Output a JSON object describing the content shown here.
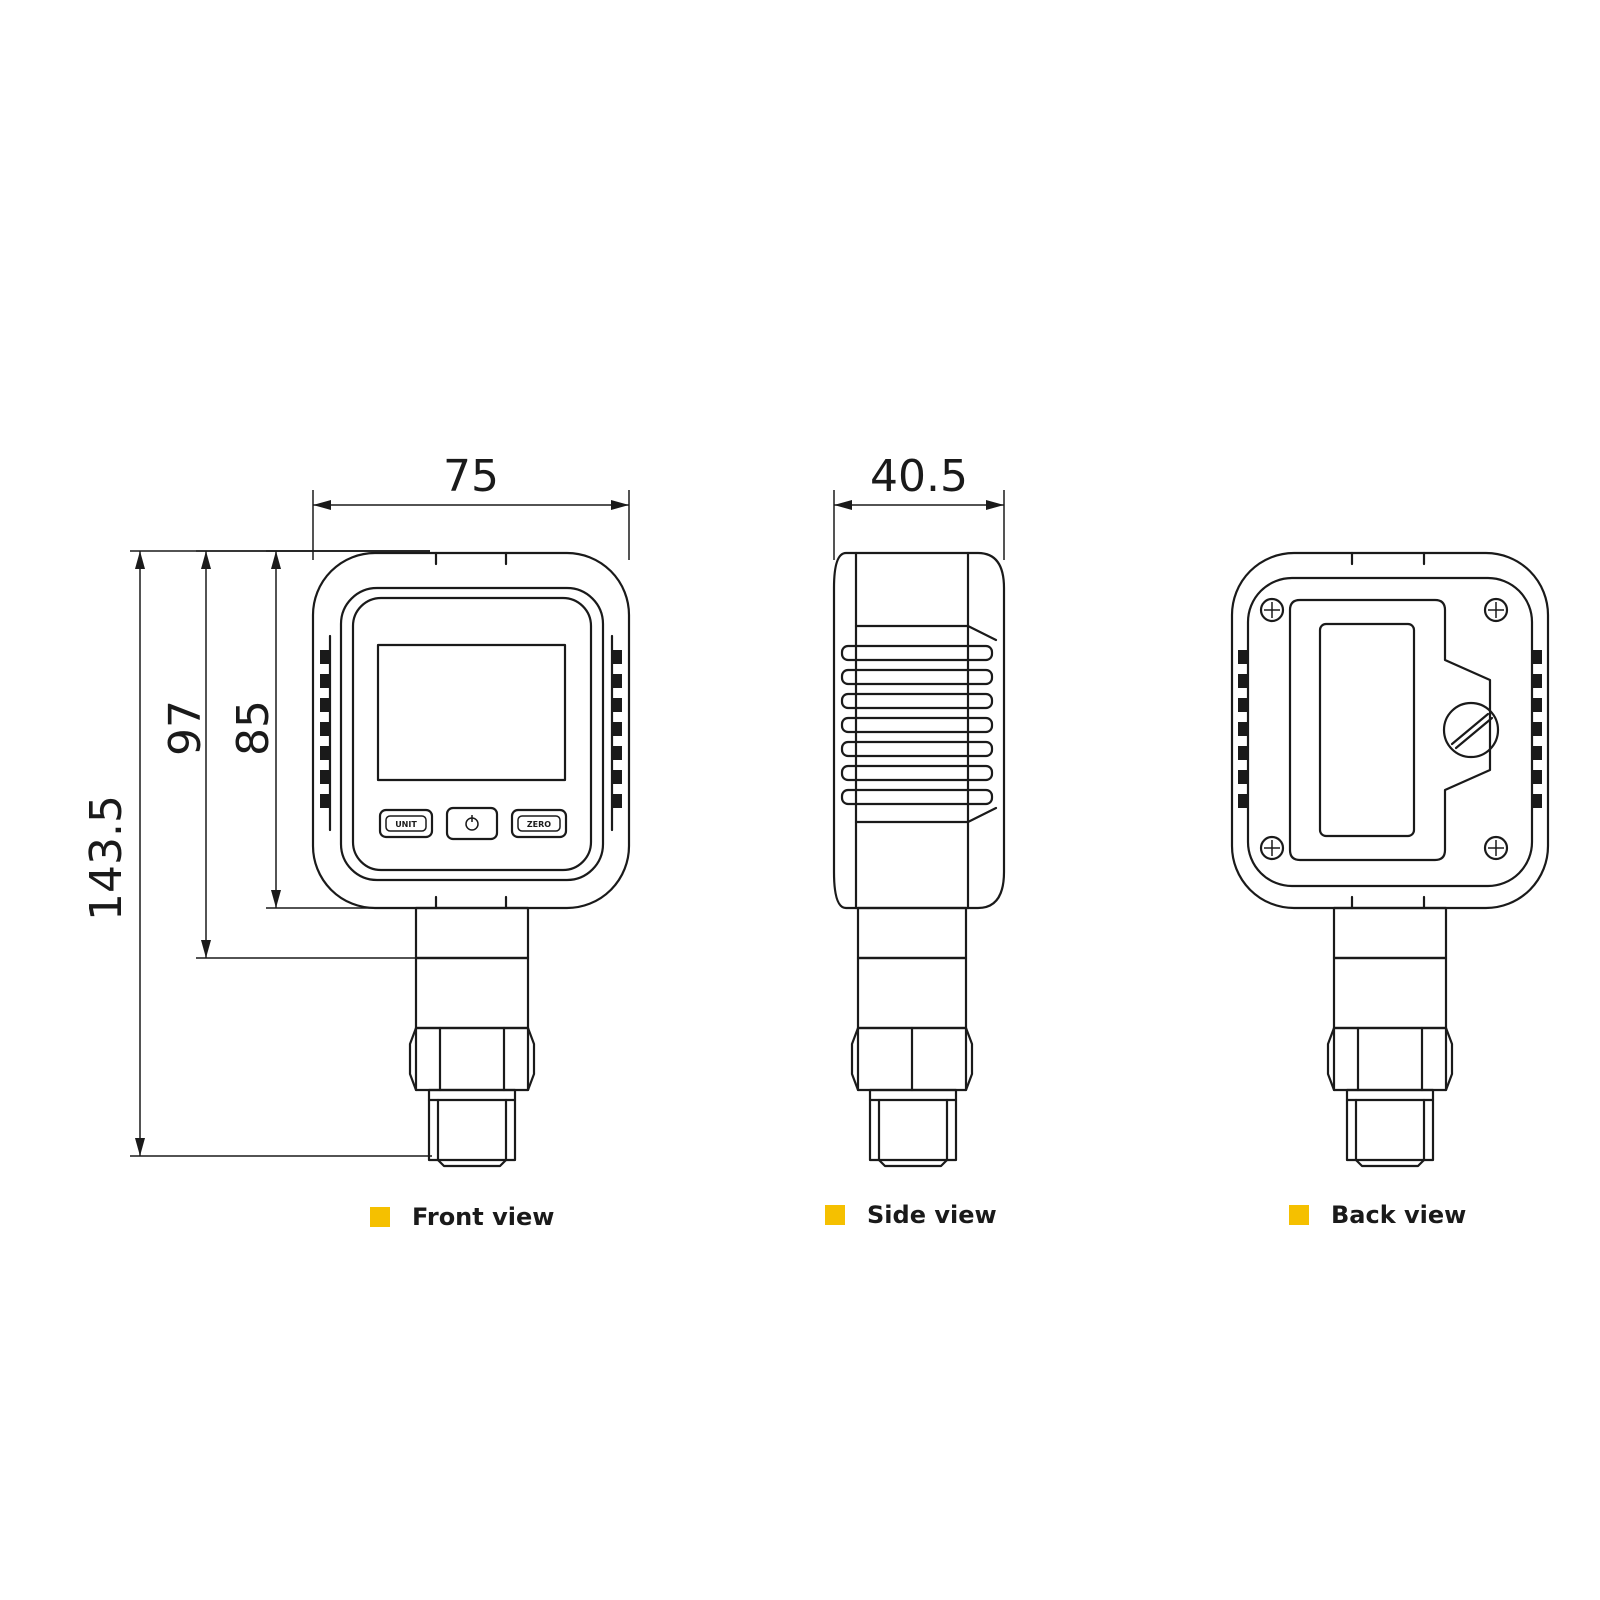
{
  "dimensions": {
    "front_width": "75",
    "side_width": "40.5",
    "total_height": "143.5",
    "body_height_97": "97",
    "body_height_85": "85"
  },
  "buttons": {
    "left_label": "UNIT",
    "right_label": "ZERO"
  },
  "views": {
    "front": "Front view",
    "side": "Side view",
    "back": "Back view"
  },
  "colors": {
    "marker": "#F5C000",
    "line": "#1a1a1a"
  }
}
